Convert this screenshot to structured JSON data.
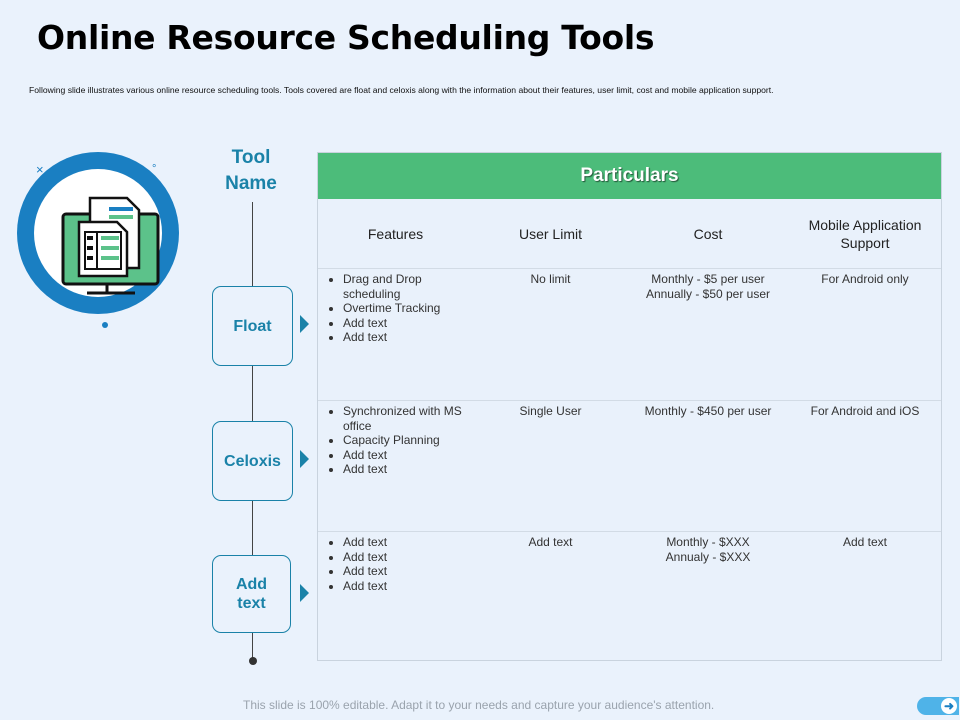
{
  "page": {
    "title": "Online Resource Scheduling Tools",
    "subtitle": "Following slide illustrates various online resource scheduling tools. Tools covered are float and celoxis along with the information about their features, user limit, cost and mobile application support.",
    "footer_note": "This slide is 100% editable. Adapt it to your needs and capture your audience's attention."
  },
  "colors": {
    "accent_blue": "#1a82a8",
    "circle_blue": "#1a7fc2",
    "header_green": "#4cbc7a",
    "background": "#eaf2fc"
  },
  "icons": {
    "main": "monitor-document-icon",
    "decor_x": "×",
    "decor_o": "°",
    "next": "arrow-right-icon"
  },
  "timeline": {
    "heading": "Tool Name",
    "tools": [
      {
        "label": "Float"
      },
      {
        "label": "Celoxis"
      },
      {
        "label": "Add text"
      }
    ]
  },
  "table": {
    "header": "Particulars",
    "columns": [
      "Features",
      "User Limit",
      "Cost",
      "Mobile Application Support"
    ],
    "rows": [
      {
        "features": [
          "Drag and Drop scheduling",
          "Overtime Tracking",
          "Add text",
          "Add text"
        ],
        "user_limit": "No limit",
        "cost": [
          "Monthly - $5 per user",
          "Annually - $50 per user"
        ],
        "mobile": "For Android only"
      },
      {
        "features": [
          "Synchronized with MS office",
          "Capacity Planning",
          "Add text",
          "Add text"
        ],
        "user_limit": "Single User",
        "cost": [
          "Monthly - $450 per user"
        ],
        "mobile": "For Android and iOS"
      },
      {
        "features": [
          "Add text",
          "Add text",
          "Add text",
          "Add text"
        ],
        "user_limit": "Add text",
        "cost": [
          "Monthly - $XXX",
          "Annualy - $XXX"
        ],
        "mobile": "Add text"
      }
    ]
  }
}
